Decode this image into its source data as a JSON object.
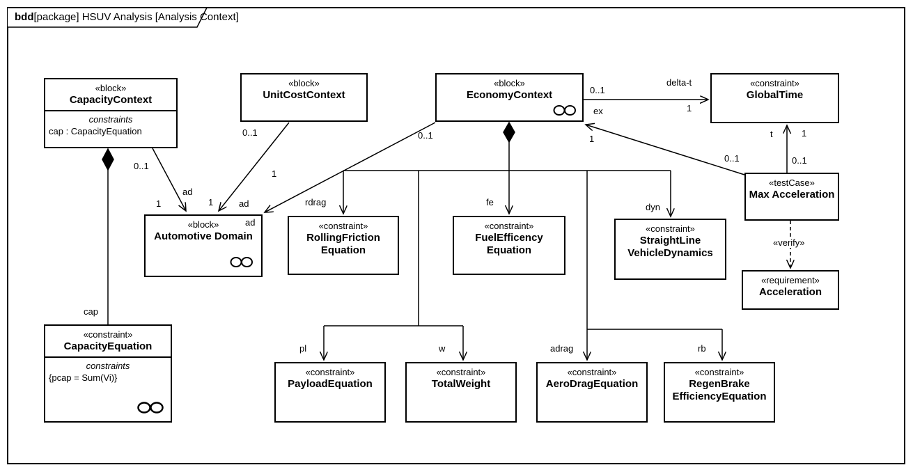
{
  "diagram": {
    "frame_title": {
      "keyword": "bdd",
      "rest": "[package] HSUV Analysis [Analysis Context]"
    }
  },
  "colors": {
    "line": "#000000",
    "background": "#ffffff"
  },
  "blocks": {
    "capacity_context": {
      "stereotype": "«block»",
      "name": "CapacityContext",
      "compartment_title": "constraints",
      "items": [
        "cap : CapacityEquation"
      ]
    },
    "unit_cost_context": {
      "stereotype": "«block»",
      "name": "UnitCostContext"
    },
    "economy_context": {
      "stereotype": "«block»",
      "name": "EconomyContext",
      "icon": "parts-icon"
    },
    "global_time": {
      "stereotype": "«constraint»",
      "name": "GlobalTime"
    },
    "automotive_domain": {
      "stereotype": "«block»",
      "name": "Automotive Domain",
      "icon": "parts-icon"
    },
    "rolling_friction": {
      "stereotype": "«constraint»",
      "name": "RollingFriction Equation"
    },
    "fuel_efficency": {
      "stereotype": "«constraint»",
      "name": "FuelEfficency Equation"
    },
    "straight_line": {
      "stereotype": "«constraint»",
      "name_line1": "StraightLine",
      "name_line2": "VehicleDynamics"
    },
    "max_acceleration": {
      "stereotype": "«testCase»",
      "name": "Max Acceleration"
    },
    "acceleration": {
      "stereotype": "«requirement»",
      "name": "Acceleration"
    },
    "payload_equation": {
      "stereotype": "«constraint»",
      "name": "PayloadEquation"
    },
    "total_weight": {
      "stereotype": "«constraint»",
      "name": "TotalWeight"
    },
    "aero_drag": {
      "stereotype": "«constraint»",
      "name": "AeroDragEquation"
    },
    "regen_brake": {
      "stereotype": "«constraint»",
      "name_line1": "RegenBrake",
      "name_line2": "EfficiencyEquation"
    },
    "capacity_equation": {
      "stereotype": "«constraint»",
      "name": "CapacityEquation",
      "compartment_title": "constraints",
      "items": [
        "{pcap = Sum(Vi)}"
      ]
    }
  },
  "edges": {
    "capacity_composition": {
      "role": "cap"
    },
    "capacity_to_domain": {
      "source_mult": "0..1",
      "target_mult": "1",
      "role": "ad"
    },
    "unitcost_to_domain": {
      "source_mult": "0..1",
      "target_mult": "1",
      "role": "ad"
    },
    "economy_to_domain": {
      "source_mult": "0..1",
      "target_mult": "1",
      "role": "ad"
    },
    "economy_parts": {
      "rdrag": "rdrag",
      "fe": "fe",
      "dyn": "dyn",
      "pl": "pl",
      "w": "w",
      "adrag": "adrag",
      "rb": "rb"
    },
    "economy_to_globaltime": {
      "source_mult": "0..1",
      "role": "delta-t",
      "target_mult": "1"
    },
    "maxacc_to_economy": {
      "role": "ex",
      "target_mult": "1",
      "source_mult": "0..1"
    },
    "maxacc_to_globaltime": {
      "role": "t",
      "target_mult": "1",
      "source_mult": "0..1"
    },
    "verify_dependency": {
      "stereotype": "«verify»"
    }
  }
}
